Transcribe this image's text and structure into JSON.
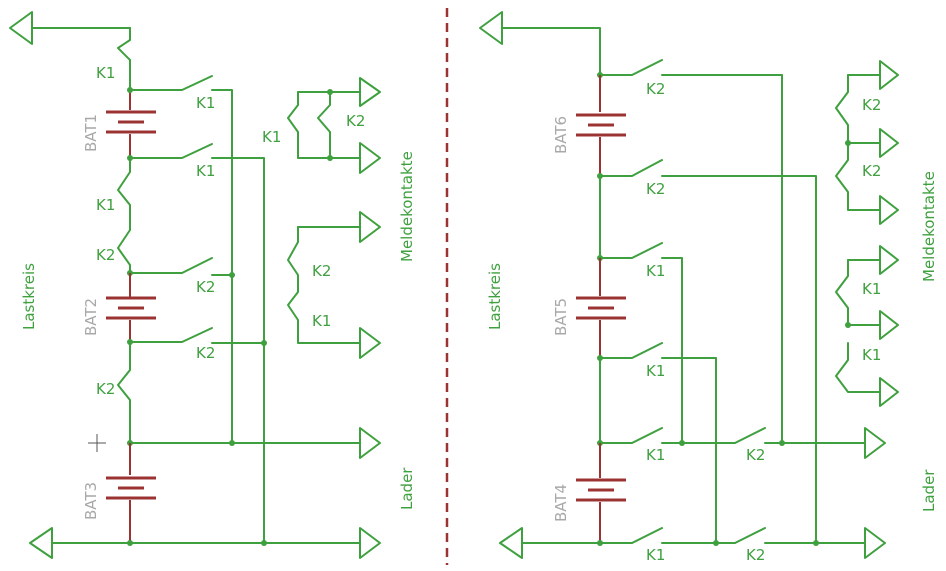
{
  "left_panel": {
    "side_label": "Lastkreis",
    "bottom_label": "Lader",
    "right_label": "Meldekontakte",
    "batteries": [
      "BAT1",
      "BAT2",
      "BAT3"
    ],
    "contacts": [
      "K1",
      "K1",
      "K1",
      "K1",
      "K2",
      "K2",
      "K2",
      "K2",
      "K1",
      "K2",
      "K2",
      "K1"
    ]
  },
  "right_panel": {
    "side_label": "Lastkreis",
    "bottom_label": "Lader",
    "right_label": "Meldekontakte",
    "batteries": [
      "BAT6",
      "BAT5",
      "BAT4"
    ],
    "contacts": [
      "K2",
      "K2",
      "K1",
      "K1",
      "K1",
      "K2",
      "K1",
      "K2",
      "K2",
      "K2",
      "K1",
      "K1"
    ]
  },
  "colors": {
    "wire": "#3fa03f",
    "battery": "#9b3333",
    "separator": "#9b3333",
    "ref_label": "#a8a8a8"
  }
}
